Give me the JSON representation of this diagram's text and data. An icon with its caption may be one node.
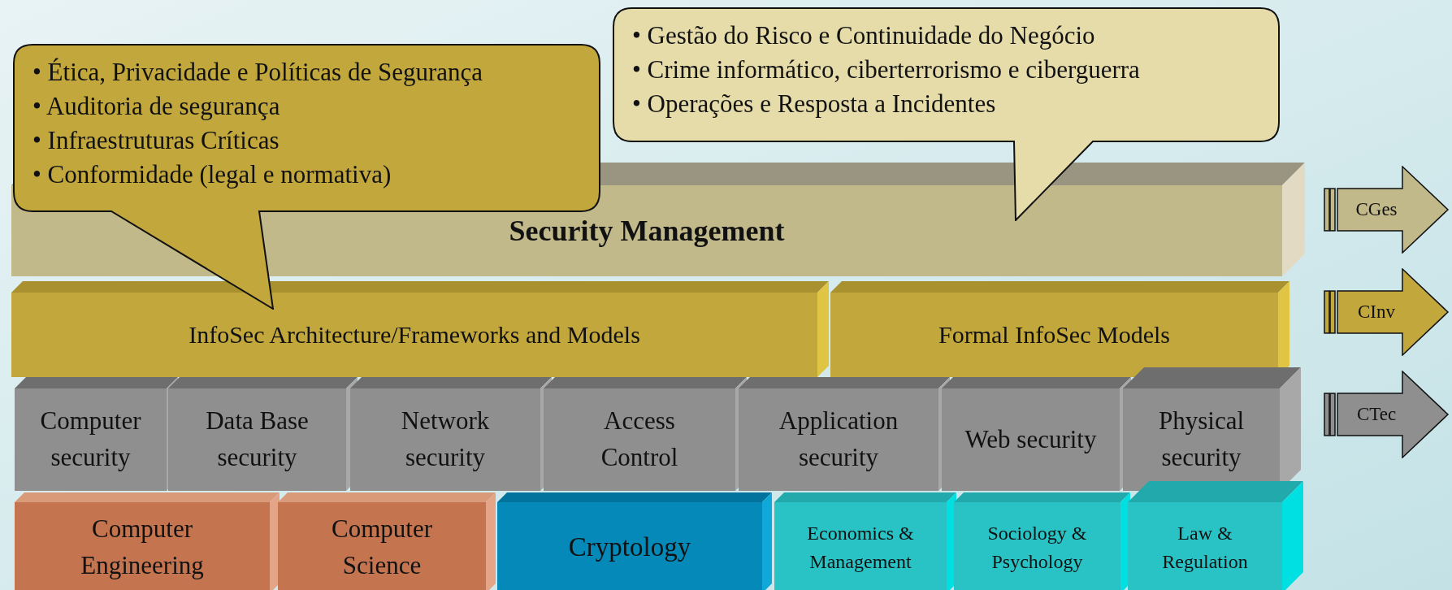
{
  "diagram": {
    "nodes": [
      {
        "text": [
          "• Ética, Privacidade e Políticas de Segurança",
          "• Auditoria de segurança",
          "• Infraestruturas Críticas",
          "• Conformidade (legal e normativa)"
        ]
      },
      {
        "text": [
          "• Gestão do Risco e Continuidade do Negócio",
          "• Crime informático, ciberterrorismo e ciberguerra",
          "• Operações e Resposta a Incidentes"
        ]
      },
      {
        "text": [
          "Security Management"
        ]
      },
      {
        "text": [
          "InfoSec Architecture/Frameworks and Models"
        ]
      },
      {
        "text": [
          "Formal InfoSec Models"
        ]
      },
      {
        "text": [
          "Computer security"
        ]
      },
      {
        "text": [
          "Data Base security"
        ]
      },
      {
        "text": [
          "Network security"
        ]
      },
      {
        "text": [
          "Access Control"
        ]
      },
      {
        "text": [
          "Application security"
        ]
      },
      {
        "text": [
          "Web security"
        ]
      },
      {
        "text": [
          "Physical security"
        ]
      },
      {
        "text": [
          "Computer Engineering"
        ]
      },
      {
        "text": [
          "Computer Science"
        ]
      },
      {
        "text": [
          "Cryptology"
        ]
      },
      {
        "text": [
          "Economics & Management"
        ]
      },
      {
        "text": [
          "Sociology & Psychology"
        ]
      },
      {
        "text": [
          "Law & Regulation"
        ]
      },
      {
        "text": [
          "CGes"
        ]
      },
      {
        "text": [
          "CInv"
        ]
      },
      {
        "text": [
          "CTec"
        ]
      }
    ]
  }
}
